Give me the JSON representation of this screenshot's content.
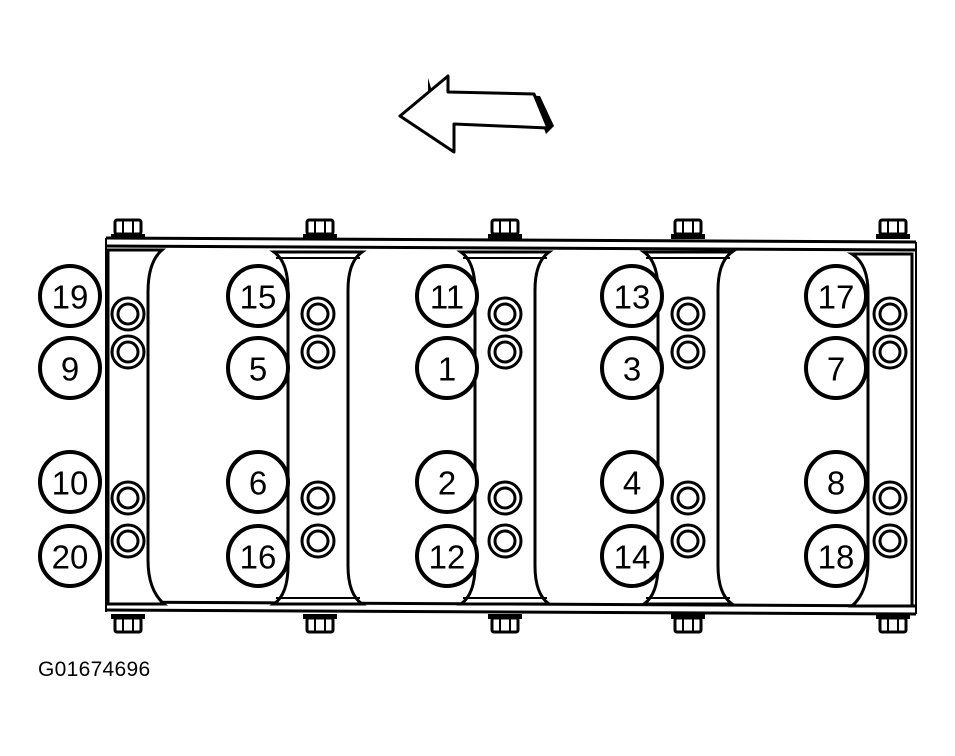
{
  "diagram": {
    "figure_id": "G01674696",
    "arrow_direction": "left",
    "columns": [
      {
        "labels": [
          "19",
          "9",
          "10",
          "20"
        ]
      },
      {
        "labels": [
          "15",
          "5",
          "6",
          "16"
        ]
      },
      {
        "labels": [
          "11",
          "1",
          "2",
          "12"
        ]
      },
      {
        "labels": [
          "13",
          "3",
          "4",
          "14"
        ]
      },
      {
        "labels": [
          "17",
          "7",
          "8",
          "18"
        ]
      }
    ],
    "colors": {
      "line": "#000000",
      "background": "#ffffff"
    }
  }
}
